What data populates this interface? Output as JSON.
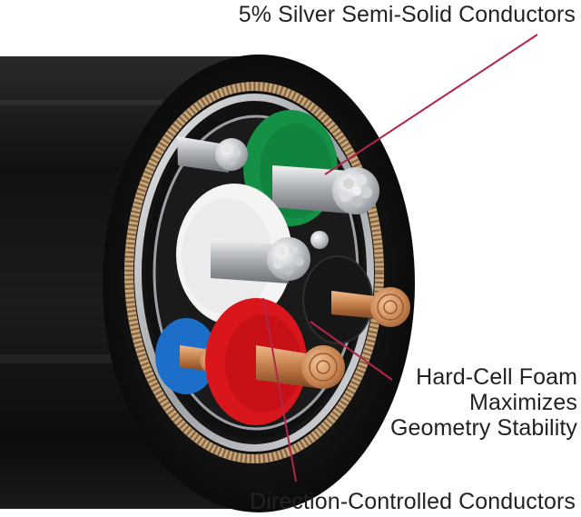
{
  "callouts": {
    "silver_conductors": "5% Silver Semi-Solid Conductors",
    "foam_line1": "Hard-Cell Foam",
    "foam_line2": "Maximizes",
    "foam_line3": "Geometry Stability",
    "direction_conductors": "Direction-Controlled Conductors"
  },
  "colors": {
    "leader_line": "#b3264a",
    "jacket": "#1a1a1a",
    "green_insulation": "#159147",
    "red_insulation": "#d9161c",
    "blue_insulation": "#1c6ec8",
    "white_foam": "#f4f4f4",
    "black_foam": "#161616",
    "silver_strand": "#b9bcc0",
    "copper_strand": "#c98653"
  }
}
